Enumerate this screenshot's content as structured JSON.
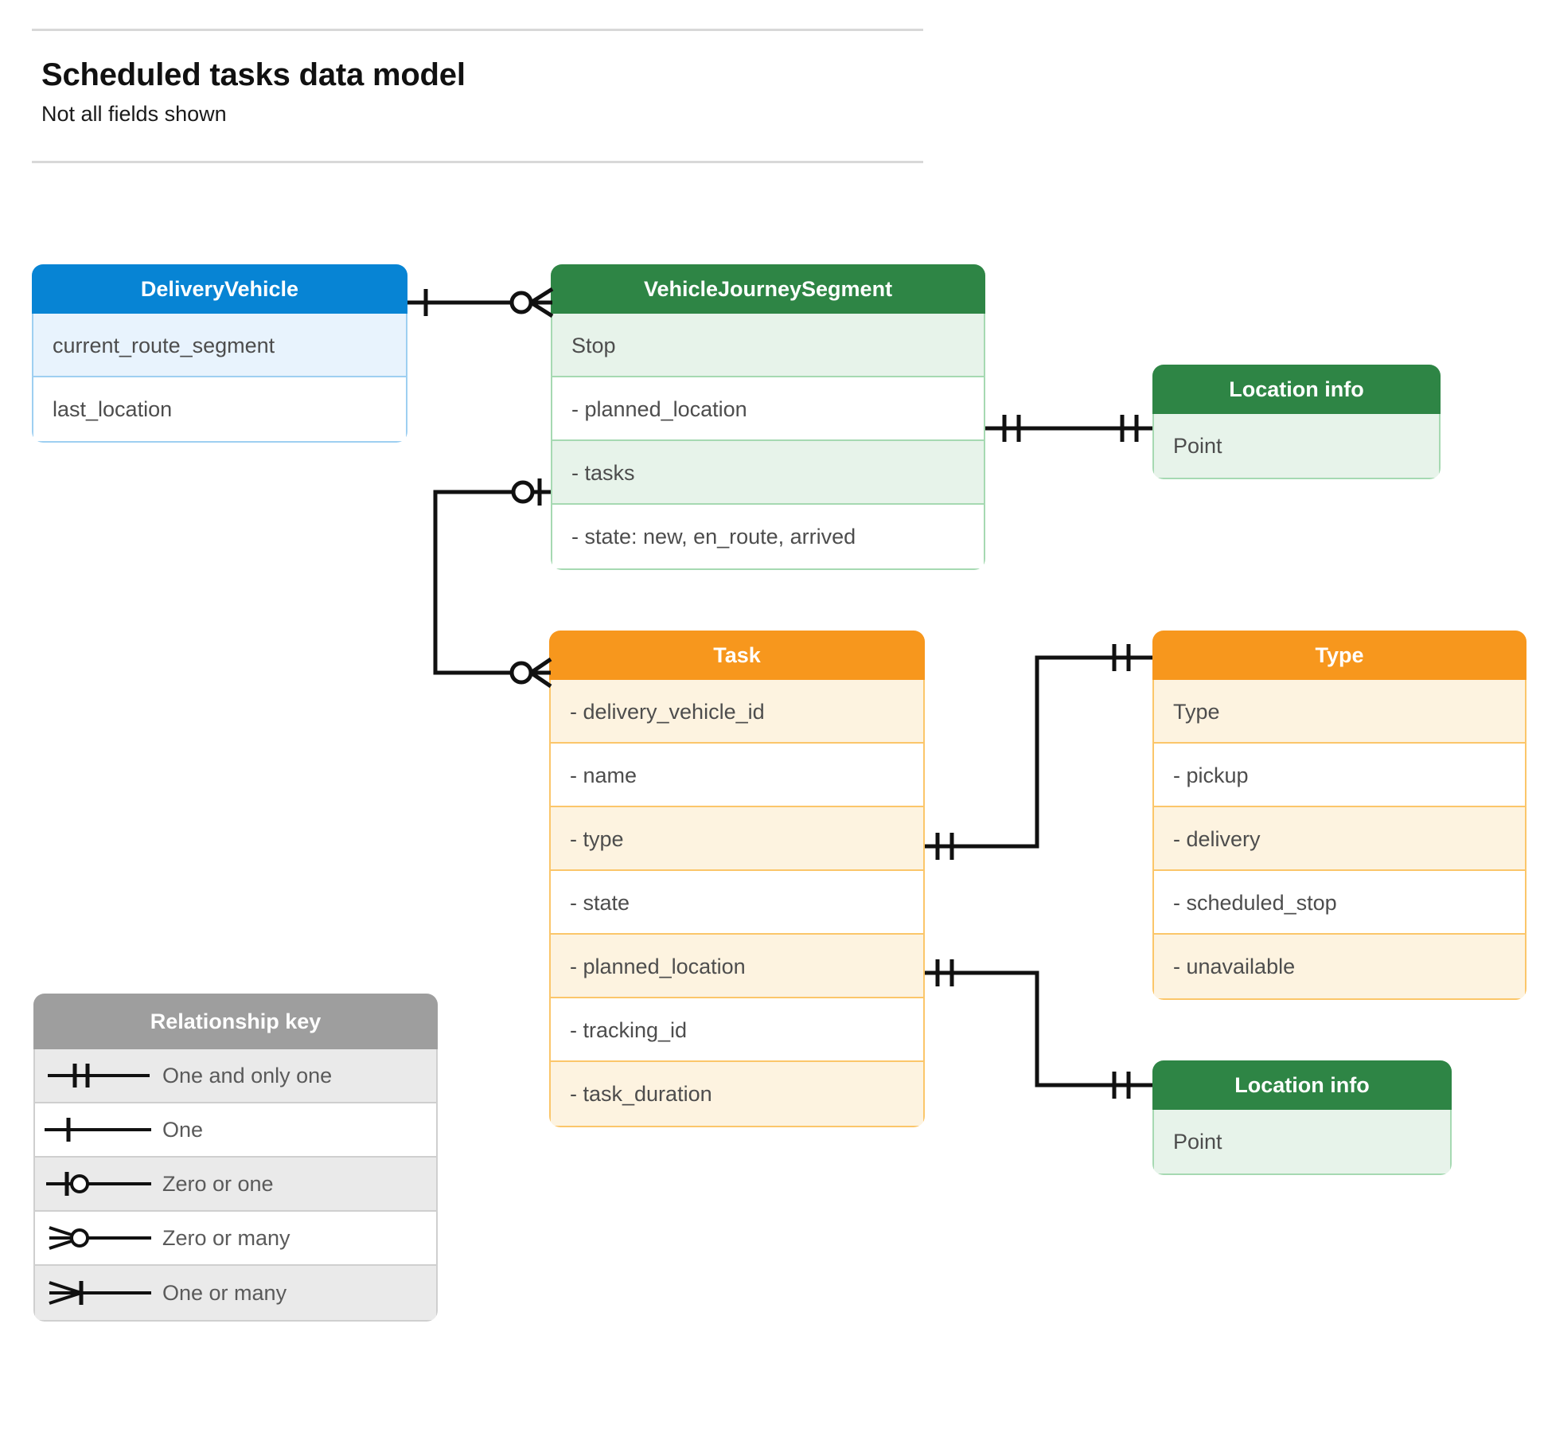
{
  "page": {
    "title": "Scheduled tasks data model",
    "subtitle": "Not all fields shown"
  },
  "colors": {
    "blue_header": "#0784d4",
    "blue_tint": "#e8f3fd",
    "blue_border": "#9ecff1",
    "green_header": "#2e8545",
    "green_tint": "#e7f3ea",
    "green_border": "#a6d9b2",
    "orange_header": "#f7971d",
    "orange_tint": "#fdf3e0",
    "orange_border": "#fbc66a",
    "legend_header": "#9e9e9e",
    "legend_tint": "#eaeaea",
    "legend_border": "#cfcfcf",
    "connector": "#111111",
    "text": "#4d4d4d"
  },
  "entities": [
    {
      "id": "delivery-vehicle",
      "title": "DeliveryVehicle",
      "palette": "blue",
      "rows": [
        "current_route_segment",
        "last_location"
      ]
    },
    {
      "id": "vehicle-journey-segment",
      "title": "VehicleJourneySegment",
      "palette": "green",
      "rows": [
        "Stop",
        "-  planned_location",
        "- tasks",
        "- state: new, en_route, arrived"
      ]
    },
    {
      "id": "location-info-top",
      "title": "Location info",
      "palette": "green",
      "rows": [
        "Point"
      ]
    },
    {
      "id": "task",
      "title": "Task",
      "palette": "orange",
      "rows": [
        "- delivery_vehicle_id",
        "- name",
        "- type",
        "- state",
        "- planned_location",
        "- tracking_id",
        "- task_duration"
      ]
    },
    {
      "id": "type",
      "title": "Type",
      "palette": "orange",
      "rows": [
        "Type",
        "-   pickup",
        "-   delivery",
        "-   scheduled_stop",
        "-   unavailable"
      ]
    },
    {
      "id": "location-info-bottom",
      "title": "Location info",
      "palette": "green",
      "rows": [
        "Point"
      ]
    }
  ],
  "legend": {
    "title": "Relationship key",
    "items": [
      {
        "symbol": "one-and-only-one",
        "label": "One and only one"
      },
      {
        "symbol": "one",
        "label": "One"
      },
      {
        "symbol": "zero-or-one",
        "label": "Zero or one"
      },
      {
        "symbol": "zero-or-many",
        "label": "Zero or many"
      },
      {
        "symbol": "one-or-many",
        "label": "One or many"
      }
    ]
  },
  "relationships": [
    {
      "id": "deliveryvehicle-to-vehiclejourneysegment",
      "from": "DeliveryVehicle",
      "from_cardinality": "One",
      "to": "VehicleJourneySegment",
      "to_cardinality": "Zero or many"
    },
    {
      "id": "vehiclejourneysegment-planned-location-to-location-info",
      "from": "VehicleJourneySegment.planned_location",
      "from_cardinality": "One and only one",
      "to": "Location info",
      "to_cardinality": "One and only one"
    },
    {
      "id": "vehiclejourneysegment-tasks-to-task",
      "from": "VehicleJourneySegment.tasks",
      "from_cardinality": "Zero or one",
      "to": "Task",
      "to_cardinality": "Zero or many"
    },
    {
      "id": "task-type-to-type",
      "from": "Task.type",
      "from_cardinality": "One and only one",
      "to": "Type",
      "to_cardinality": "One and only one"
    },
    {
      "id": "task-planned-location-to-location-info",
      "from": "Task.planned_location",
      "from_cardinality": "One and only one",
      "to": "Location info",
      "to_cardinality": "One and only one"
    }
  ]
}
